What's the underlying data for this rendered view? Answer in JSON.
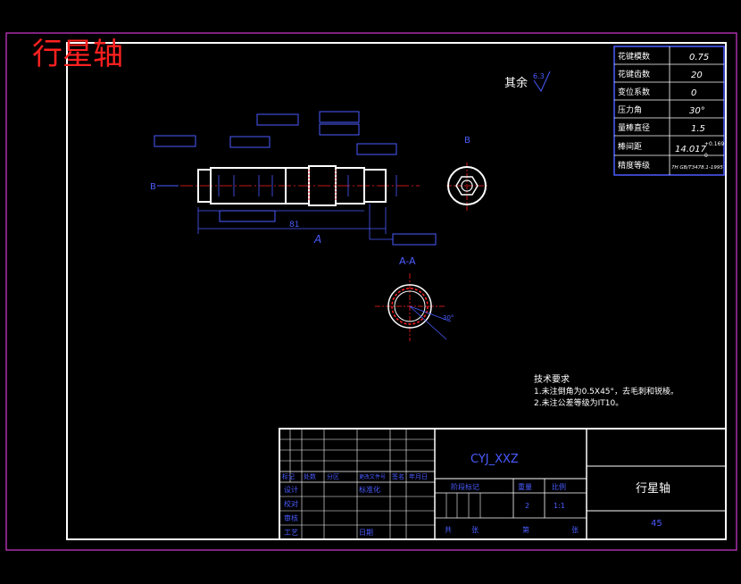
{
  "title_big": "行星轴",
  "remaining_roughness": {
    "label": "其余",
    "value": "6.3"
  },
  "param_table": [
    {
      "label": "花键模数",
      "value": "0.75"
    },
    {
      "label": "花键齿数",
      "value": "20"
    },
    {
      "label": "变位系数",
      "value": "0"
    },
    {
      "label": "压力角",
      "value": "30°"
    },
    {
      "label": "量棒直径",
      "value": "1.5"
    },
    {
      "label": "棒间距",
      "value": "14.017"
    },
    {
      "label": "精度等级",
      "value": "7H GB/T3478.1-1995"
    }
  ],
  "dimensions": {
    "total_length": "81",
    "a_label": "A",
    "b_label": "B",
    "b_view": "B",
    "section_label": "A-A",
    "frame_a": "A",
    "spline_angle": "30°"
  },
  "tech_notes": {
    "heading": "技术要求",
    "items": [
      "1.未注倒角为0.5X45°，去毛刺和锐棱。",
      "2.未注公差等级为IT10。"
    ]
  },
  "title_block": {
    "drawing_no": "CYJ_XXZ",
    "part_name": "行星轴",
    "material": "45",
    "scale": "1:1",
    "weight": "2",
    "cells": {
      "biaoji": "标记",
      "chushu": "处数",
      "fenqu": "分区",
      "gengai": "更改文件号",
      "qianming": "签名",
      "riqi": "年月日",
      "sheji": "设计",
      "biaozhunhua": "标准化",
      "jieduan": "阶段标记",
      "zhongliang": "重量",
      "bili": "比例",
      "shenhe": "审核",
      "jiaodui": "校对",
      "gongyi": "工艺",
      "pizhun": "日期",
      "gong": "共",
      "zhang1": "张",
      "di": "第",
      "zhang2": "张"
    }
  }
}
